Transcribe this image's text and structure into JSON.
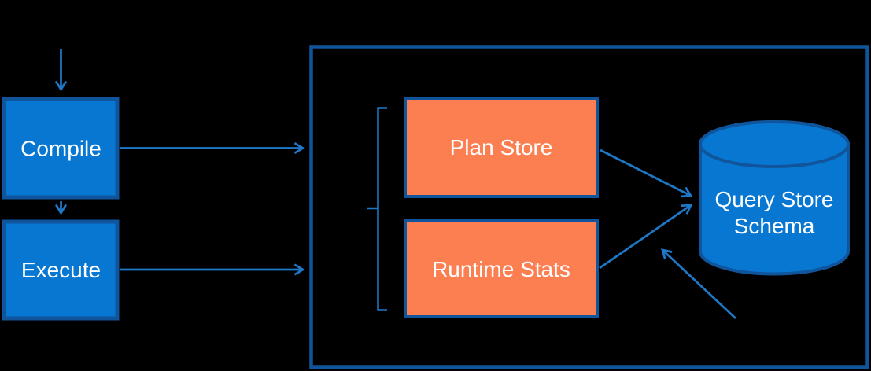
{
  "diagram": {
    "nodes": {
      "compile": {
        "label": "Compile"
      },
      "execute": {
        "label": "Execute"
      },
      "plan_store": {
        "label": "Plan Store"
      },
      "runtime_stats": {
        "label": "Runtime Stats"
      },
      "query_store_schema": {
        "label": "Query Store Schema",
        "line1": "Query Store",
        "line2": "Schema"
      }
    },
    "colors": {
      "background": "#000000",
      "blue_fill": "#0877D2",
      "dark_blue_border": "#10559C",
      "orange_fill": "#FC7F52",
      "arrow_blue": "#1E78C8",
      "label_text": "#FFFFFF"
    }
  }
}
